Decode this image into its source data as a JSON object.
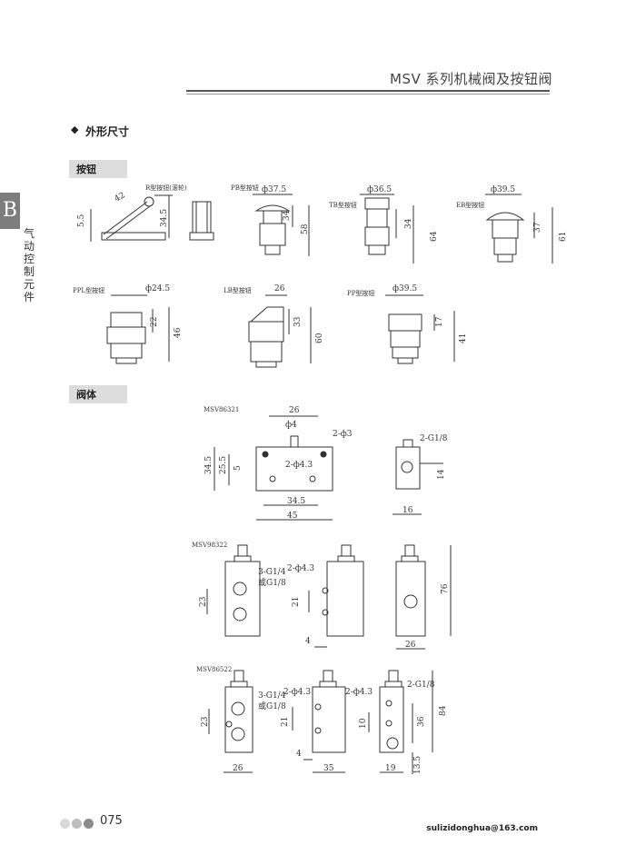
{
  "header": {
    "title": "MSV 系列机械阀及按钮阀"
  },
  "section": {
    "bullet": "◆",
    "title": "外形尺寸"
  },
  "side": {
    "letter": "B",
    "text": "气动控制元件"
  },
  "buttons_section": {
    "label": "按钮",
    "r_type": {
      "name": "R型按钮(滚轮)",
      "d1": "42",
      "d2": "5.5",
      "d3": "34.5"
    },
    "pb_type": {
      "name": "PB型按钮",
      "dia": "ф37.5",
      "d1": "34",
      "d2": "58"
    },
    "tb_type": {
      "name": "TB型按钮",
      "dia": "ф36.5",
      "d1": "34",
      "d2": "64"
    },
    "eb_type": {
      "name": "EB型按钮",
      "dia": "ф39.5",
      "d1": "37",
      "d2": "61"
    },
    "ppl_type": {
      "name": "PPL型按钮",
      "dia": "ф24.5",
      "d1": "22",
      "d2": "46"
    },
    "lb_type": {
      "name": "LB型按钮",
      "w": "26",
      "d1": "33",
      "d2": "60"
    },
    "pp_type": {
      "name": "PP型按钮",
      "dia": "ф39.5",
      "d1": "17",
      "d2": "41"
    }
  },
  "valve_section": {
    "label": "阀体",
    "msv86321": {
      "model": "MSV86321",
      "w26": "26",
      "phi4": "ф4",
      "holes3": "2-ф3",
      "holes43": "2-ф4.3",
      "h345": "34.5",
      "h255": "25.5",
      "h5": "5",
      "w345": "34.5",
      "w45": "45",
      "port": "2-G1/8",
      "d14": "14",
      "d16": "16"
    },
    "msv98322": {
      "model": "MSV98322",
      "port1": "3-G1/4",
      "port2": "或G1/8",
      "holes": "2-ф4.3",
      "d23": "23",
      "d21": "21",
      "d4": "4",
      "d76": "76",
      "d26": "26"
    },
    "msv86522": {
      "model": "MSV86522",
      "port1": "3-G1/4",
      "port2": "或G1/8",
      "holes1": "2-ф4.3",
      "holes2": "2-ф4.3",
      "port3": "2-G1/8",
      "d23": "23",
      "d21": "21",
      "d4": "4",
      "d26": "26",
      "d35": "35",
      "d10": "10",
      "d36": "36",
      "d84": "84",
      "d19": "19",
      "d135": "13.5"
    }
  },
  "footer": {
    "page": "075",
    "email": "sulizidonghua@163.com",
    "dot_colors": [
      "#d9d9d9",
      "#bdbdbd",
      "#8c8c8c"
    ]
  }
}
